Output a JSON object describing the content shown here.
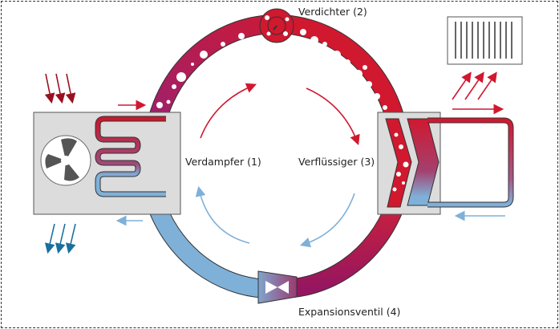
{
  "title": "Heat pump refrigerant cycle",
  "labels": {
    "evaporator": "Verdampfer (1)",
    "compressor": "Verdichter (2)",
    "condenser": "Verflüssiger (3)",
    "expansion_valve": "Expansionsventil (4)"
  },
  "colors": {
    "hot": "#d0182f",
    "warm": "#a4185e",
    "cold": "#7fb0d8",
    "cold_arrow": "#1a6fa0",
    "box": "#dcdcdc"
  }
}
